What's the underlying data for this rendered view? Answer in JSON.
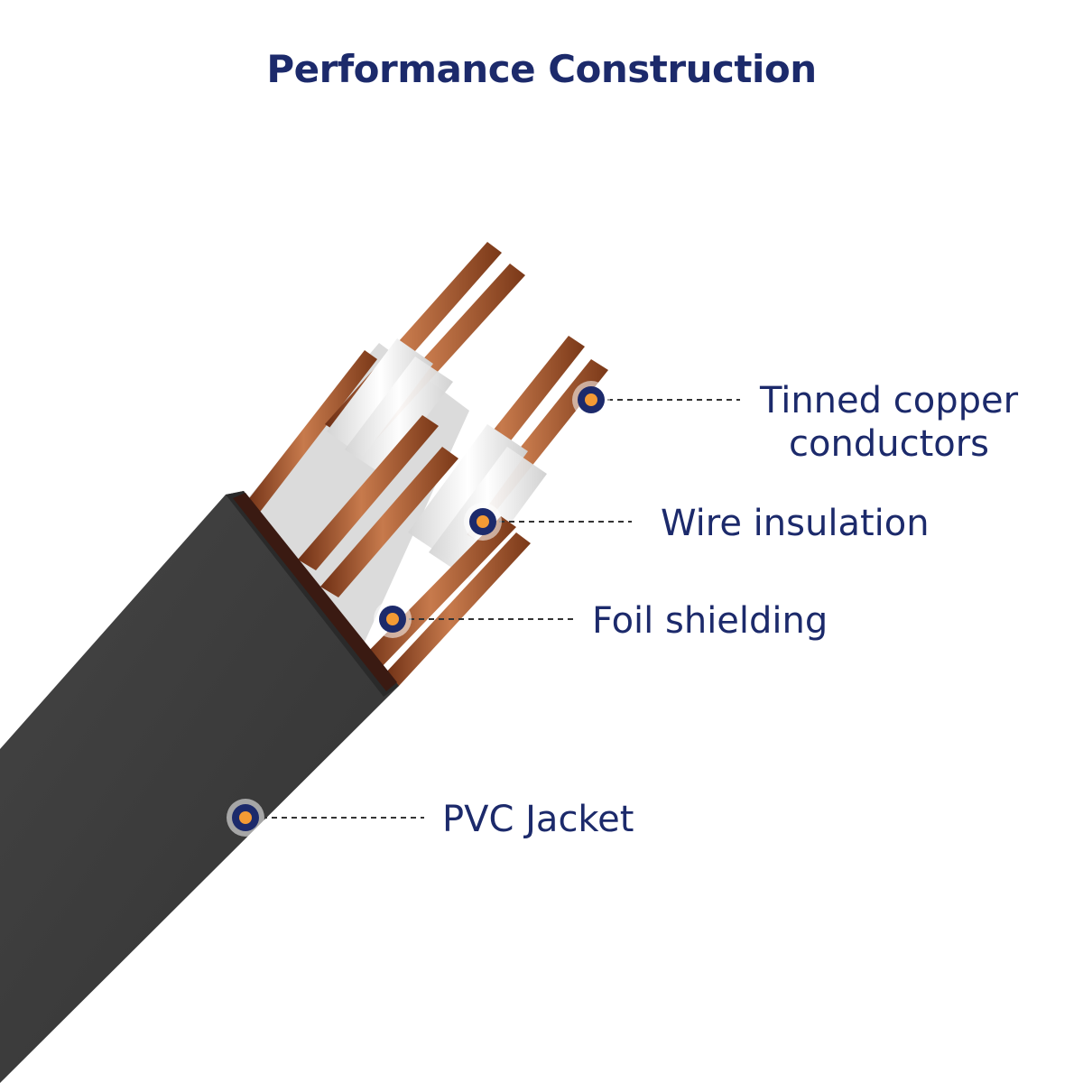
{
  "title": "Performance Construction",
  "colors": {
    "text": "#1c2a6b",
    "marker_ring": "#1c2a6b",
    "marker_core": "#f39a34",
    "jacket": "#3c3c3c",
    "jacket_top": "#4a4a4a",
    "copper": "#a8562c",
    "insulation": "#f4f4f4",
    "foil": "#c8c8c8"
  },
  "callouts": [
    {
      "id": "conductors",
      "lines": [
        "Tinned copper",
        "conductors"
      ],
      "marker_icon": "callout-dot-icon"
    },
    {
      "id": "insulation",
      "lines": [
        "Wire insulation"
      ],
      "marker_icon": "callout-dot-icon"
    },
    {
      "id": "foil",
      "lines": [
        "Foil shielding"
      ],
      "marker_icon": "callout-dot-icon"
    },
    {
      "id": "jacket",
      "lines": [
        "PVC Jacket"
      ],
      "marker_icon": "callout-dot-icon"
    }
  ]
}
